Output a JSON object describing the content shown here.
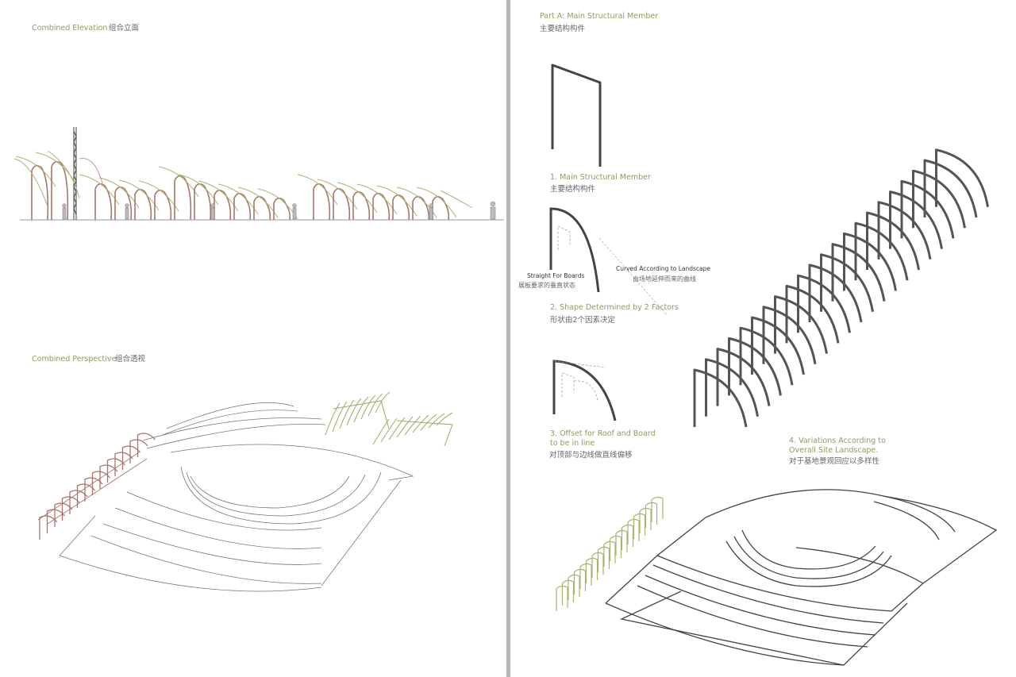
{
  "left": {
    "elevation": {
      "title_en": "Combined Elevation",
      "title_cn": "组合立面"
    },
    "perspective": {
      "title_en": "Combined Perspective",
      "title_cn": "组合透视"
    }
  },
  "right": {
    "part": {
      "title_en": "Part A: Main Structural Member",
      "title_cn": "主要结构构件"
    },
    "step1": {
      "en": "1. Main Structural Member",
      "cn": "主要结构构件"
    },
    "step2": {
      "en": "2. Shape Determined by 2 Factors",
      "cn": "形状由2个因素决定",
      "left_en": "Straight For Boards",
      "left_cn": "展板要求的垂直状态",
      "right_en": "Curved According to Landscape",
      "right_cn": "由场地延伸而来的曲线"
    },
    "step3": {
      "en_line1": "3. Offset for Roof and Board",
      "en_line2": "to be in line",
      "cn": "对顶部与边线做直线偏移"
    },
    "step4": {
      "en_line1": "4. Variations According to",
      "en_line2": "Overall Site Landscape.",
      "cn": "对于基地景观回应以多样性"
    }
  },
  "colors": {
    "accent_green": "#8aa05a",
    "member_brown": "#a8766a",
    "member_green": "#a6b56f",
    "member_gray": "#555555",
    "divider": "#b7b7b7"
  }
}
